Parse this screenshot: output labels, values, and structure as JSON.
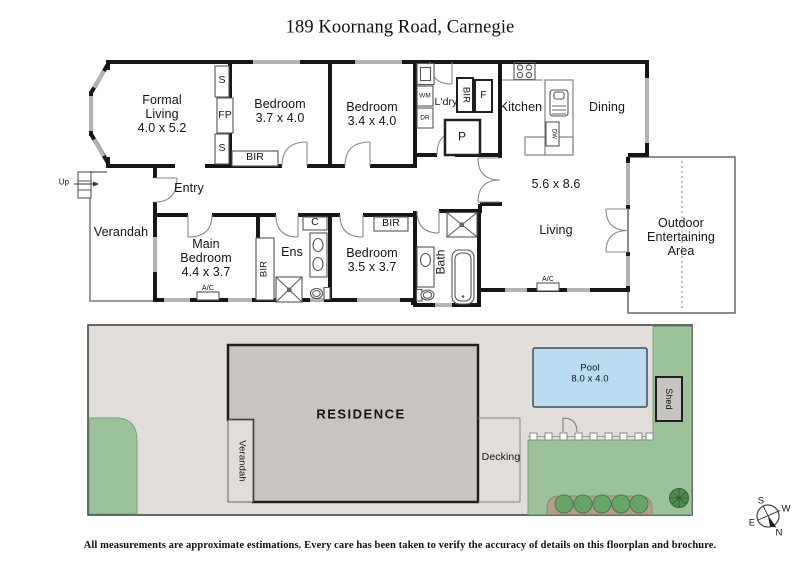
{
  "title": "189 Koornang Road, Carnegie",
  "floorplan": {
    "formal_living": {
      "l1": "Formal",
      "l2": "Living",
      "dims": "4.0 x 5.2"
    },
    "bedroom2": {
      "l1": "Bedroom",
      "dims": "3.7 x 4.0"
    },
    "bedroom3": {
      "l1": "Bedroom",
      "dims": "3.4 x 4.0"
    },
    "bedroom4": {
      "l1": "Bedroom",
      "dims": "3.5 x 3.7"
    },
    "main_bedroom": {
      "l1": "Main",
      "l2": "Bedroom",
      "dims": "4.4 x 3.7"
    },
    "living": {
      "name": "Living",
      "dims": "5.6 x 8.6"
    },
    "dining": "Dining",
    "kitchen": "Kitchen",
    "laundry": "L'dry",
    "entry": "Entry",
    "verandah": "Verandah",
    "ensuite": "Ens",
    "bath": "Bath",
    "outdoor": {
      "l1": "Outdoor",
      "l2": "Entertaining",
      "l3": "Area"
    },
    "labels": {
      "up": "Up",
      "fp": "FP",
      "s": "S",
      "bir": "BIR",
      "wm": "WM",
      "dr": "DR",
      "dw": "DW",
      "f": "F",
      "p": "P",
      "c": "C",
      "ac": "A/C"
    }
  },
  "siteplan": {
    "residence": "RESIDENCE",
    "verandah": "Verandah",
    "decking": "Decking",
    "pool_l1": "Pool",
    "pool_l2": "8.0 x 4.0",
    "shed": "Shed"
  },
  "compass": {
    "n": "N",
    "s": "S",
    "e": "E",
    "w": "W"
  },
  "disclaimer": "All measurements are approximate estimations. Every care has been taken to verify the accuracy of details on this floorplan and brochure.",
  "colors": {
    "wall": "#161616",
    "window": "#b3b3b3",
    "grass": "#9cc29a",
    "pool": "#b9dcf1",
    "paving": "#e1ded9",
    "residence_fill": "#c8c4c0",
    "garden_bed": "#b1a18b"
  }
}
